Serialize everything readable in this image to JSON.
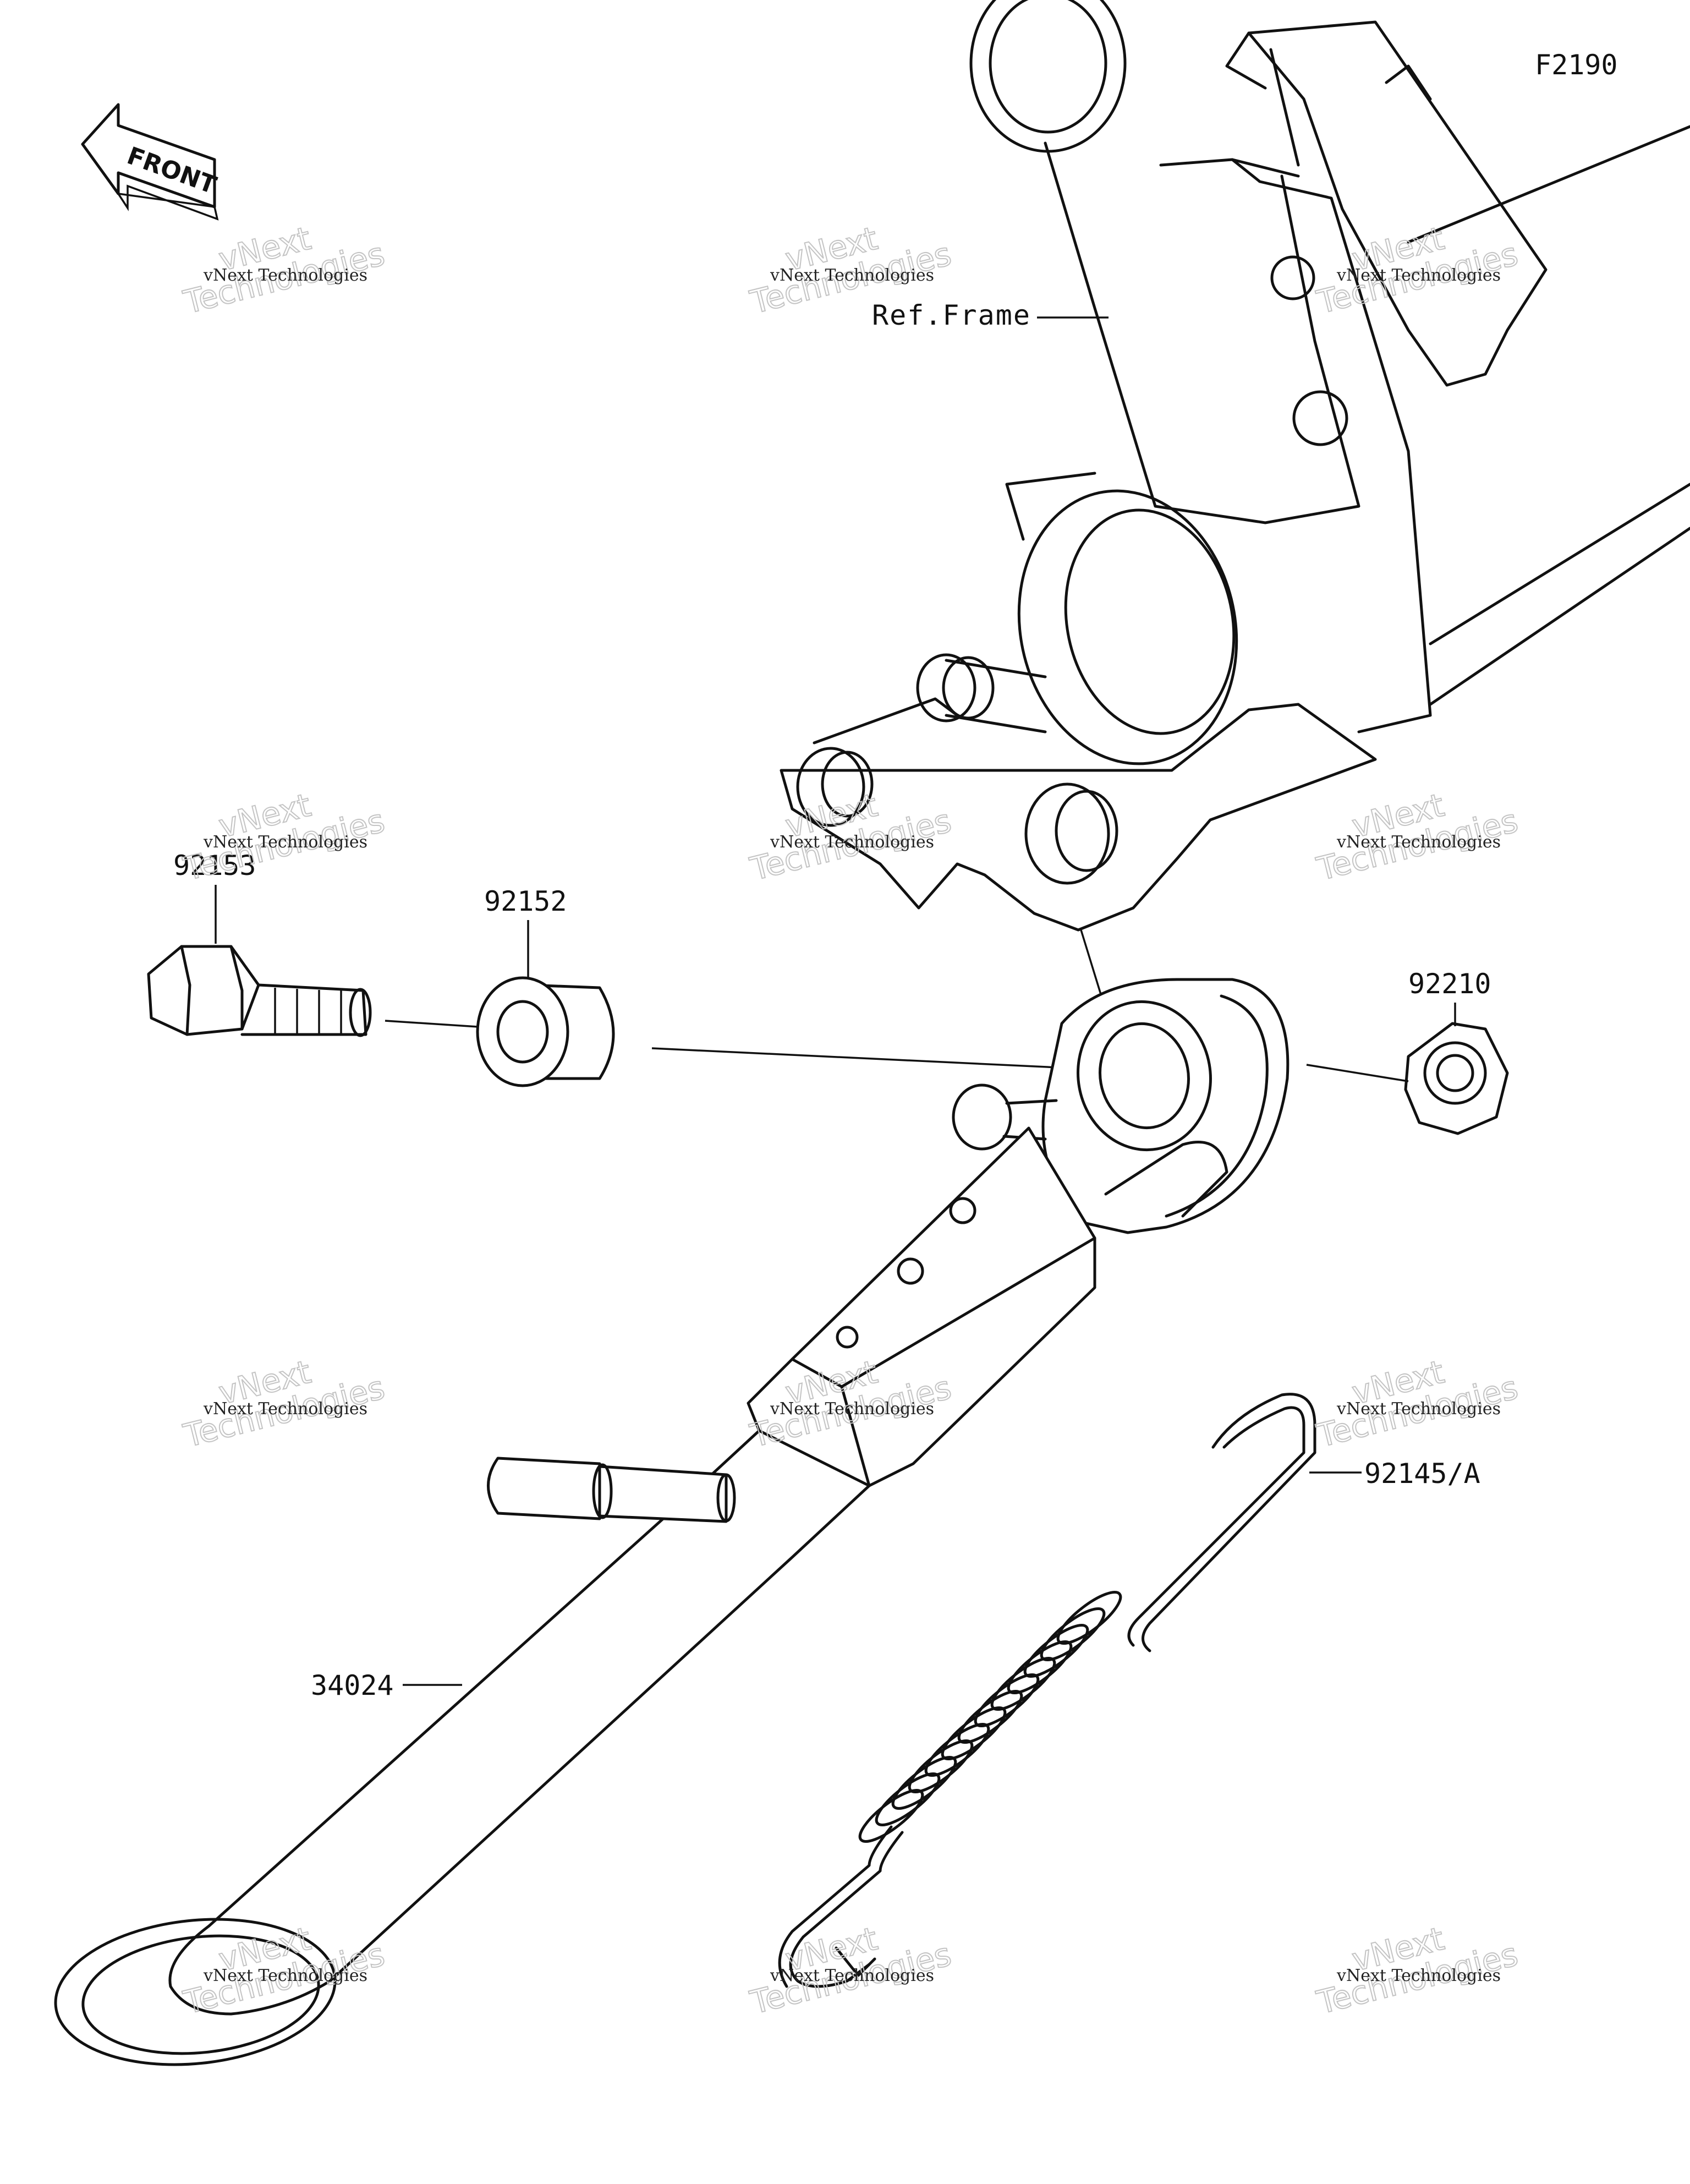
{
  "diagram_code": "F2190",
  "front_label": "FRONT",
  "watermark": {
    "line1": "vNext Technologies",
    "line2_a": "vNext",
    "line2_b": "Technologies"
  },
  "callouts": {
    "ref_frame": "Ref.Frame",
    "bolt": "92153",
    "collar": "92152",
    "nut": "92210",
    "spring": "92145/A",
    "stand": "34024"
  },
  "colors": {
    "line": "#111111",
    "watermark": "#c4c4c4",
    "background": "#ffffff"
  }
}
